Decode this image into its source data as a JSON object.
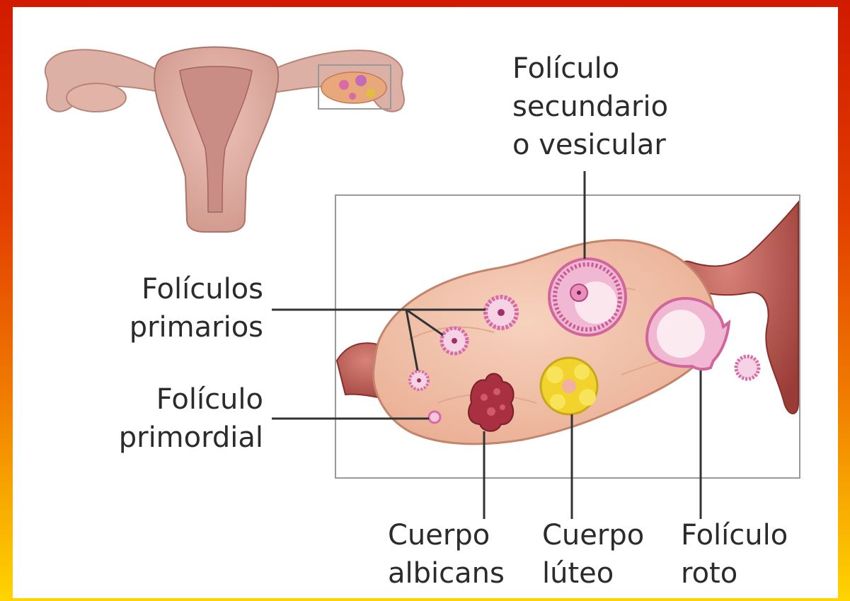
{
  "labels": {
    "foliculo_secundario": {
      "line1": "Folículo",
      "line2": "secundario",
      "line3": "o vesicular"
    },
    "foliculos_primarios": {
      "line1": "Folículos",
      "line2": "primarios"
    },
    "foliculo_primordial": {
      "line1": "Folículo",
      "line2": "primordial"
    },
    "cuerpo_albicans": {
      "line1": "Cuerpo",
      "line2": "albicans"
    },
    "cuerpo_luteo": {
      "line1": "Cuerpo",
      "line2": "lúteo"
    },
    "foliculo_roto": {
      "line1": "Folículo",
      "line2": "roto"
    }
  },
  "colors": {
    "frame_top": "#d11a00",
    "frame_bottom": "#ffd400",
    "ovary_tissue": "#f2c2a8",
    "ovary_edge": "#c98770",
    "tube": "#b5544e",
    "follicle_pink": "#d96aa8",
    "corpus_luteum": "#f2d22c",
    "corpus_albicans": "#a83040",
    "leader_line": "#333333"
  }
}
